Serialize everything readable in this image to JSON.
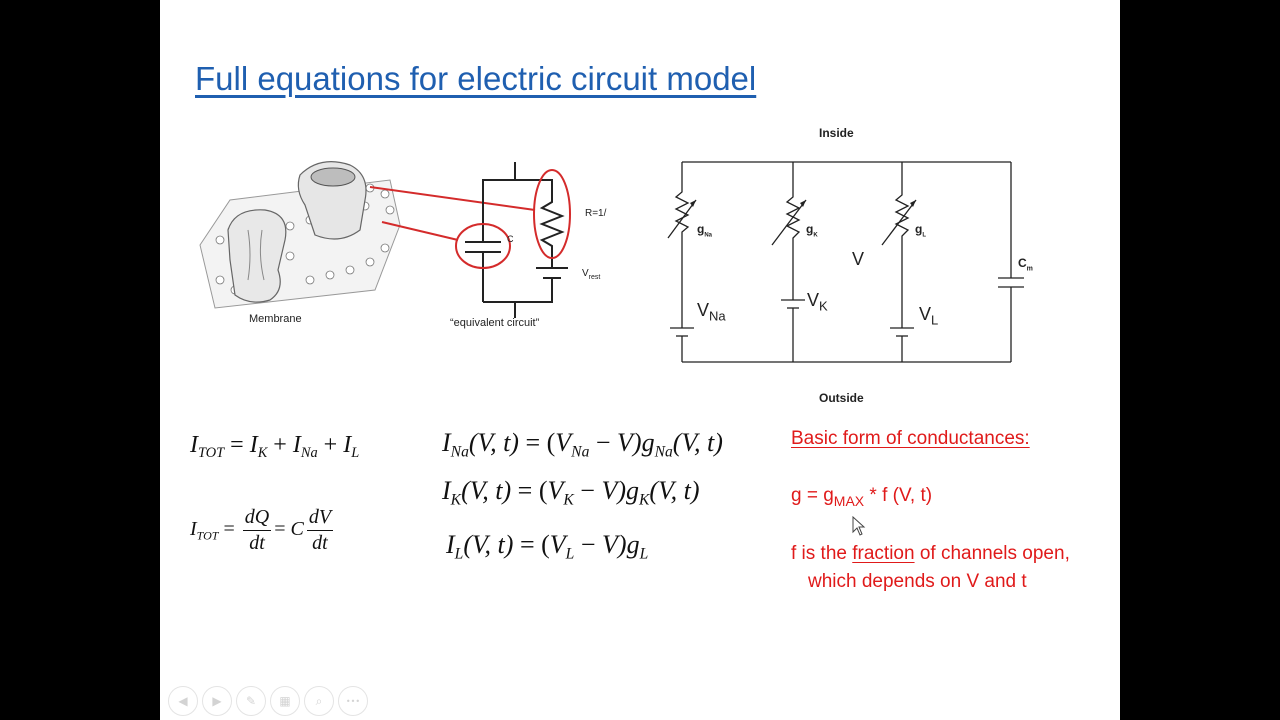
{
  "slide": {
    "title": "Full equations for electric circuit model"
  },
  "membrane_figure": {
    "membrane_label": "Membrane",
    "equivalent_label": "“equivalent circuit”",
    "cap_label": "C",
    "resistor_label": "R=1/",
    "vrest_main": "V",
    "vrest_sub": "rest"
  },
  "circuit": {
    "inside_label": "Inside",
    "outside_label": "Outside",
    "gna_main": "g",
    "gna_sub": "Na",
    "gk_main": "g",
    "gk_sub": "K",
    "gl_main": "g",
    "gl_sub": "L",
    "v_label": "V",
    "vna_main": "V",
    "vna_sub": "Na",
    "vk_main": "V",
    "vk_sub": "K",
    "vl_main": "V",
    "vl_sub": "L",
    "cm_main": "C",
    "cm_sub": "m"
  },
  "eq": {
    "itot": {
      "I": "I",
      "TOT": "TOT",
      "IK": "I",
      "K": "K",
      "INa": "I",
      "Na": "Na",
      "IL": "I",
      "L": "L"
    },
    "itot2": {
      "I": "I",
      "TOT": "TOT",
      "dQ": "dQ",
      "dt1": "dt",
      "C": "C",
      "dV": "dV",
      "dt2": "dt"
    },
    "ina": {
      "I": "I",
      "Na": "Na",
      "args": "(V, t)",
      "V1": "V",
      "Na2": "Na",
      "mid": "V)",
      "g": "g",
      "Na3": "Na",
      "args2": "(V, t)"
    },
    "ik": {
      "I": "I",
      "K": "K",
      "args": "(V, t)",
      "V1": "V",
      "K2": "K",
      "mid": "V)",
      "g": "g",
      "K3": "K",
      "args2": "(V, t)"
    },
    "il": {
      "I": "I",
      "L": "L",
      "args": "(V, t)",
      "V1": "V",
      "L2": "L",
      "mid": "V)",
      "g": "g",
      "L3": "L"
    }
  },
  "notes": {
    "heading": "Basic form of conductances:",
    "g_prefix": "g = g",
    "g_sub": "MAX",
    "g_suffix": " * f (V, t)",
    "f_prefix": "f is the ",
    "f_link": "fraction",
    "f_suffix": " of channels open,",
    "f_line2": "which depends on V and t"
  },
  "toolbar": {
    "prev": "◀",
    "next": "▶",
    "pen": "✎",
    "slides": "▦",
    "zoom": "⌕",
    "more": "•••"
  },
  "colors": {
    "title": "#1f5fb0",
    "notes": "#e01a1a",
    "highlight": "#d42b2b"
  }
}
